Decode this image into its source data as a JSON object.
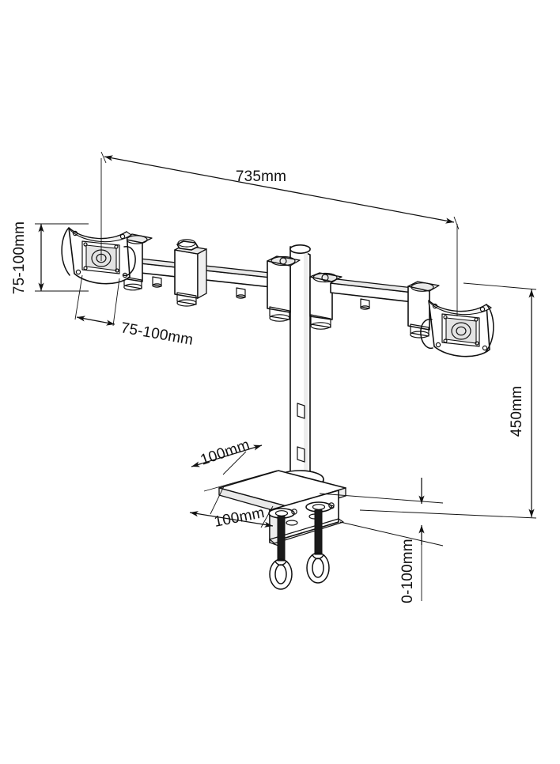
{
  "drawing": {
    "title": "Dual Monitor Desk Mount Dimension Drawing",
    "background_color": "#ffffff",
    "line_color": "#111111",
    "dimensions": {
      "total_width": "735mm",
      "vesa_vertical": "75-100mm",
      "vesa_horizontal": "75-100mm",
      "pole_height": "450mm",
      "clamp_depth_upper": "100mm",
      "clamp_depth_lower": "100mm",
      "desk_thickness_range": "0-100mm"
    },
    "parts": {
      "left_monitor_plate": "left-vesa-plate",
      "right_monitor_plate": "right-vesa-plate",
      "left_arm": "left-arm",
      "right_arm": "right-arm",
      "center_pole": "center-pole",
      "desk_clamp": "desk-clamp",
      "clamp_bolt_left": "clamp-bolt-left",
      "clamp_bolt_right": "clamp-bolt-right"
    }
  }
}
